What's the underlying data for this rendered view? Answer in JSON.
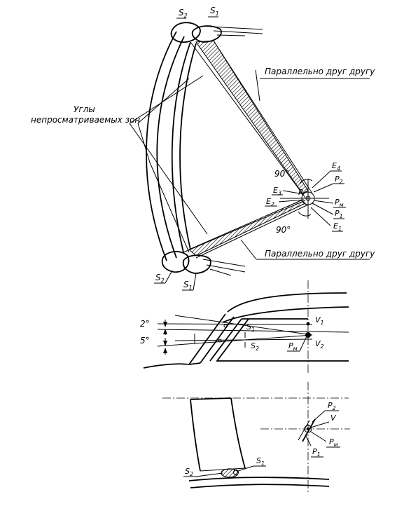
{
  "labels": {
    "s1_top": "S",
    "s1_top_sub": "1",
    "s2_top": "S",
    "s2_top_sub": "2",
    "parallel_top": "Параллельно друг другу",
    "parallel_bottom": "Параллельно друг другу",
    "blind_zone_line1": "Углы",
    "blind_zone_line2": "непросматриваемых зон",
    "angle_90_top": "90°",
    "angle_90_bottom": "90°",
    "e4": "E",
    "e4_sub": "4",
    "p2": "P",
    "p2_sub": "2",
    "e3": "E",
    "e3_sub": "3",
    "r": "R",
    "e2": "E",
    "e2_sub": "2",
    "pm": "P",
    "pm_sub": "м",
    "p1": "P",
    "p1_sub": "1",
    "e1": "E",
    "e1_sub": "1",
    "s2_bottom": "S",
    "s2_bottom_sub": "2",
    "s1_bottom": "S",
    "s1_bottom_sub": "1"
  },
  "side_view": {
    "angle_2": "2°",
    "angle_5": "5°",
    "s1": "S",
    "s1_sub": "1",
    "s2": "S",
    "s2_sub": "2",
    "v1": "V",
    "v1_sub": "1",
    "v2": "V",
    "v2_sub": "2",
    "pm": "P",
    "pm_sub": "м"
  },
  "plan_view": {
    "p2": "P",
    "p2_sub": "2",
    "v": "V",
    "pm": "P",
    "pm_sub": "м",
    "p1": "P",
    "p1_sub": "1",
    "s2": "S",
    "s2_sub": "2",
    "s1": "S",
    "s1_sub": "1"
  }
}
